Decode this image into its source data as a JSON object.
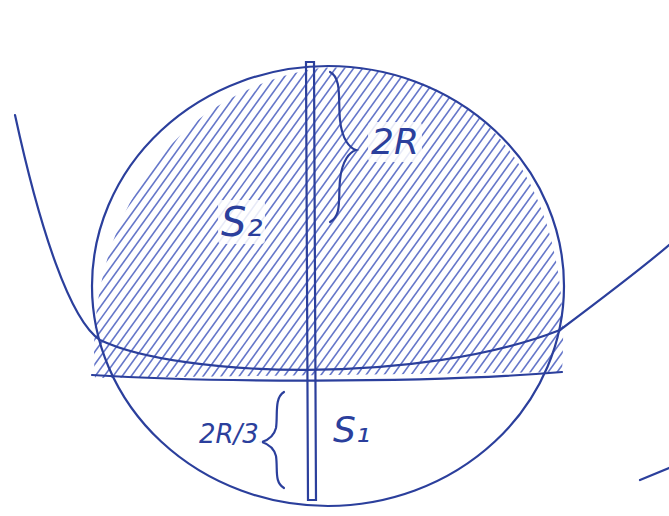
{
  "diagram": {
    "labels": [
      "2R",
      "S₂",
      "2R/3",
      "S₁"
    ]
  }
}
